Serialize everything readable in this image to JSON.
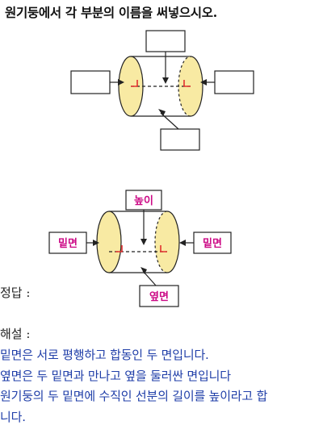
{
  "question": "원기둥에서 각 부분의 이름을 써넣으시오.",
  "answer_label": "정답 :",
  "answer_diagram": {
    "top_label": "높이",
    "left_label": "밑면",
    "right_label": "밑면",
    "bottom_label": "옆면"
  },
  "explanation_label": "해설 :",
  "explanation_lines": [
    "밑면은 서로 평행하고 합동인 두 면입니다.",
    "옆면은 두 밑면과 만나고 옆을 둘러싼 면입니다",
    "원기둥의 두 밑면에 수직인 선분의 길이를 높이라고 합",
    "니다."
  ],
  "colors": {
    "face_fill": "#f8eaa3",
    "label_text": "#cc0a86",
    "right_angle": "#e23030",
    "explanation_text": "#1f3ea8"
  }
}
